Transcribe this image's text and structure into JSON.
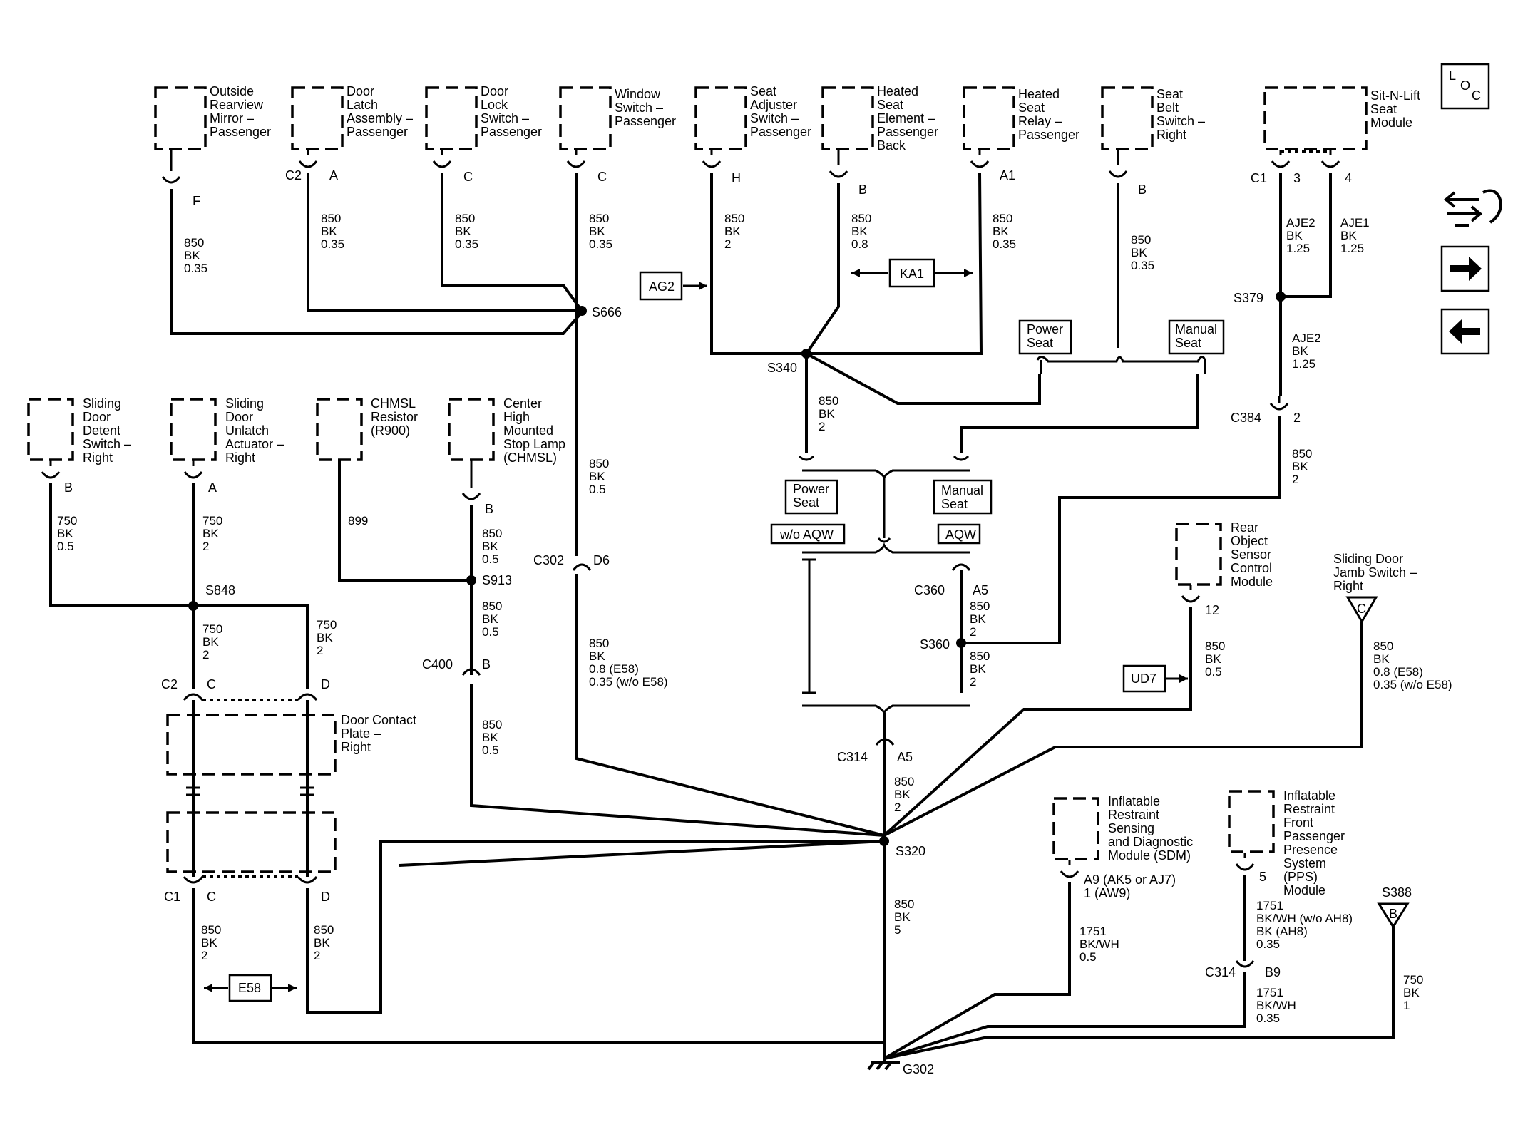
{
  "components": {
    "mirror": [
      "Outside",
      "Rearview",
      "Mirror –",
      "Passenger"
    ],
    "latch": [
      "Door",
      "Latch",
      "Assembly –",
      "Passenger"
    ],
    "lock": [
      "Door",
      "Lock",
      "Switch –",
      "Passenger"
    ],
    "window": [
      "Window",
      "Switch –",
      "Passenger"
    ],
    "seat_adj": [
      "Seat",
      "Adjuster",
      "Switch –",
      "Passenger"
    ],
    "heat_elem": [
      "Heated",
      "Seat",
      "Element –",
      "Passenger",
      "Back"
    ],
    "heat_relay": [
      "Heated",
      "Seat",
      "Relay –",
      "Passenger"
    ],
    "belt": [
      "Seat",
      "Belt",
      "Switch –",
      "Right"
    ],
    "sitlift": [
      "Sit-N-Lift",
      "Seat",
      "Module"
    ],
    "detent": [
      "Sliding",
      "Door",
      "Detent",
      "Switch –",
      "Right"
    ],
    "unlatch": [
      "Sliding",
      "Door",
      "Unlatch",
      "Actuator –",
      "Right"
    ],
    "chmsl_res": [
      "CHMSL",
      "Resistor",
      "(R900)"
    ],
    "chmsl": [
      "Center",
      "High",
      "Mounted",
      "Stop Lamp",
      "(CHMSL)"
    ],
    "rear_obj": [
      "Rear",
      "Object",
      "Sensor",
      "Control",
      "Module"
    ],
    "jamb": [
      "Sliding Door",
      "Jamb Switch –",
      "Right"
    ],
    "contact": [
      "Door Contact",
      "Plate –",
      "Right"
    ],
    "sdm": [
      "Inflatable",
      "Restraint",
      "Sensing",
      "and Diagnostic",
      "Module (SDM)"
    ],
    "pps": [
      "Inflatable",
      "Restraint",
      "Front",
      "Passenger",
      "Presence",
      "System",
      "(PPS)",
      "Module"
    ]
  },
  "pins": {
    "mirror": "F",
    "latch_c": "C2",
    "latch": "A",
    "lock": "C",
    "window": "C",
    "seat_adj": "H",
    "heat_elem": "B",
    "heat_relay": "A1",
    "belt": "B",
    "sitlift_c": "C1",
    "sitlift_3": "3",
    "sitlift_4": "4",
    "detent": "B",
    "unlatch": "A",
    "chmsl": "B",
    "c302": "C302",
    "c302_pin": "D6",
    "c400": "C400",
    "c400_pin": "B",
    "c384": "C384",
    "c384_pin": "2",
    "c360": "C360",
    "c360_pin": "A5",
    "c314": "C314",
    "c314_pin": "A5",
    "rear_obj": "12",
    "c2": "C2",
    "c2_c": "C",
    "c2_d": "D",
    "c1": "C1",
    "c1_c": "C",
    "c1_d": "D",
    "sdm_pin": [
      "A9 (AK5 or AJ7)",
      "1 (AW9)"
    ],
    "pps_pin": "5",
    "c314b": "C314",
    "c314b_pin": "B9",
    "jamb": "C",
    "s388": "B"
  },
  "wires": {
    "mirror": [
      "850",
      "BK",
      "0.35"
    ],
    "latch": [
      "850",
      "BK",
      "0.35"
    ],
    "lock": [
      "850",
      "BK",
      "0.35"
    ],
    "window": [
      "850",
      "BK",
      "0.35"
    ],
    "seat_adj": [
      "850",
      "BK",
      "2"
    ],
    "heat_elem": [
      "850",
      "BK",
      "0.8"
    ],
    "heat_relay": [
      "850",
      "BK",
      "0.35"
    ],
    "belt": [
      "850",
      "BK",
      "0.35"
    ],
    "sl3": [
      "AJE2",
      "BK",
      "1.25"
    ],
    "sl4": [
      "AJE1",
      "BK",
      "1.25"
    ],
    "s379": [
      "AJE2",
      "BK",
      "1.25"
    ],
    "c384": [
      "850",
      "BK",
      "2"
    ],
    "s666": [
      "850",
      "BK",
      "0.5"
    ],
    "c302": [
      "850",
      "BK",
      "0.8 (E58)",
      "0.35 (w/o E58)"
    ],
    "s340": [
      "850",
      "BK",
      "2"
    ],
    "detent": [
      "750",
      "BK",
      "0.5"
    ],
    "unlatch": [
      "750",
      "BK",
      "2"
    ],
    "s848a": [
      "750",
      "BK",
      "2"
    ],
    "s848b": [
      "750",
      "BK",
      "2"
    ],
    "chmsl_res": [
      "899"
    ],
    "chmsl": [
      "850",
      "BK",
      "0.5"
    ],
    "s913": [
      "850",
      "BK",
      "0.5"
    ],
    "c400": [
      "850",
      "BK",
      "0.5"
    ],
    "c360a": [
      "850",
      "BK",
      "2"
    ],
    "c360b": [
      "850",
      "BK",
      "2"
    ],
    "c314": [
      "850",
      "BK",
      "2"
    ],
    "rear_obj": [
      "850",
      "BK",
      "0.5"
    ],
    "jamb": [
      "850",
      "BK",
      "0.8 (E58)",
      "0.35 (w/o E58)"
    ],
    "c1c": [
      "850",
      "BK",
      "2"
    ],
    "c1d": [
      "850",
      "BK",
      "2"
    ],
    "s320": [
      "850",
      "BK",
      "5"
    ],
    "sdm": [
      "1751",
      "BK/WH",
      "0.5"
    ],
    "pps": [
      "1751",
      "BK/WH (w/o AH8)",
      "BK (AH8)",
      "0.35"
    ],
    "pps2": [
      "1751",
      "BK/WH",
      "0.35"
    ],
    "s388": [
      "750",
      "BK",
      "1"
    ]
  },
  "splices": {
    "s666": "S666",
    "s340": "S340",
    "s379": "S379",
    "s848": "S848",
    "s913": "S913",
    "s360": "S360",
    "s320": "S320",
    "g302": "G302",
    "s388": "S388"
  },
  "options": {
    "ag2": "AG2",
    "ka1": "KA1",
    "ud7": "UD7",
    "e58": "E58",
    "power_seat": [
      "Power",
      "Seat"
    ],
    "manual_seat": [
      "Manual",
      "Seat"
    ],
    "wo_aqw": "w/o AQW",
    "aqw": "AQW"
  },
  "nav": {
    "loc": [
      "L",
      "O",
      "C"
    ]
  }
}
